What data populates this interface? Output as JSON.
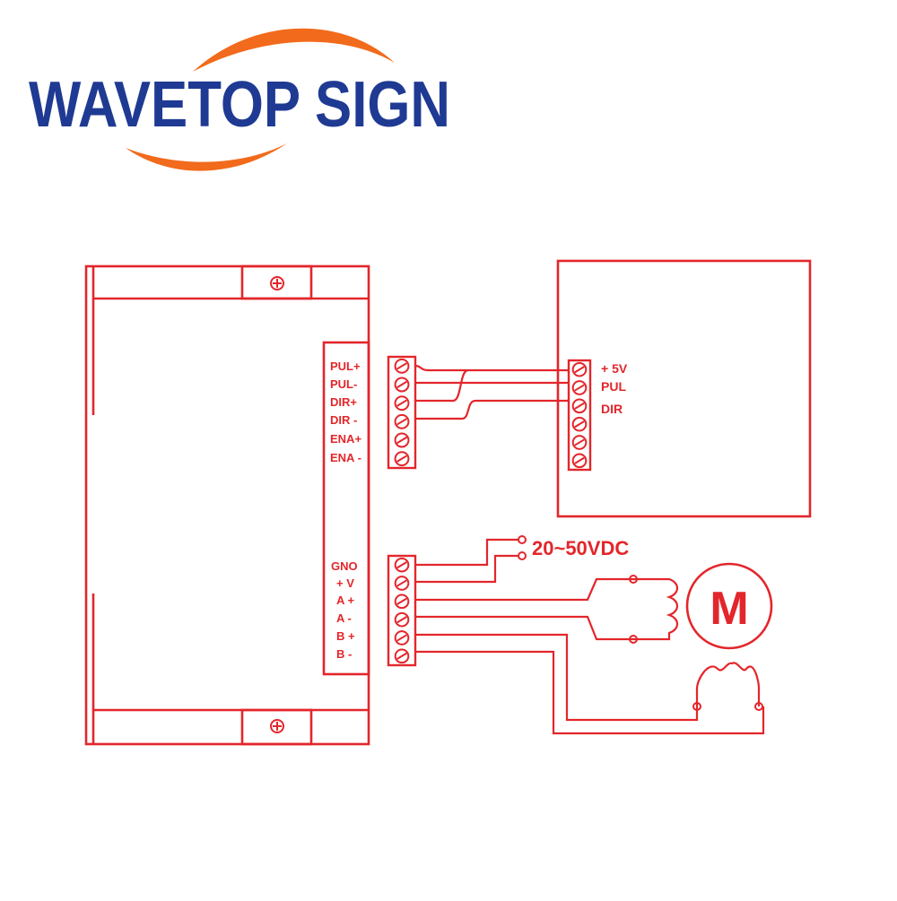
{
  "logo": {
    "text": "WAVETOP SIGN",
    "colors": {
      "text": "#1f3a93",
      "swoosh": "#f26a1b"
    }
  },
  "colors": {
    "line": "#e3262b",
    "background": "#ffffff"
  },
  "driver": {
    "signal_terminals": [
      "PUL+",
      "PUL-",
      "DIR+",
      "DIR -",
      "ENA+",
      "ENA -"
    ],
    "power_terminals": [
      "GNO",
      "+ V",
      "A +",
      "A -",
      "B +",
      "B -"
    ],
    "mount_icon": "screw-hole-icon"
  },
  "controller": {
    "terminals": [
      "+ 5V",
      "PUL",
      "DIR"
    ]
  },
  "power_supply": {
    "label": "20~50VDC"
  },
  "motor": {
    "label": "M"
  }
}
